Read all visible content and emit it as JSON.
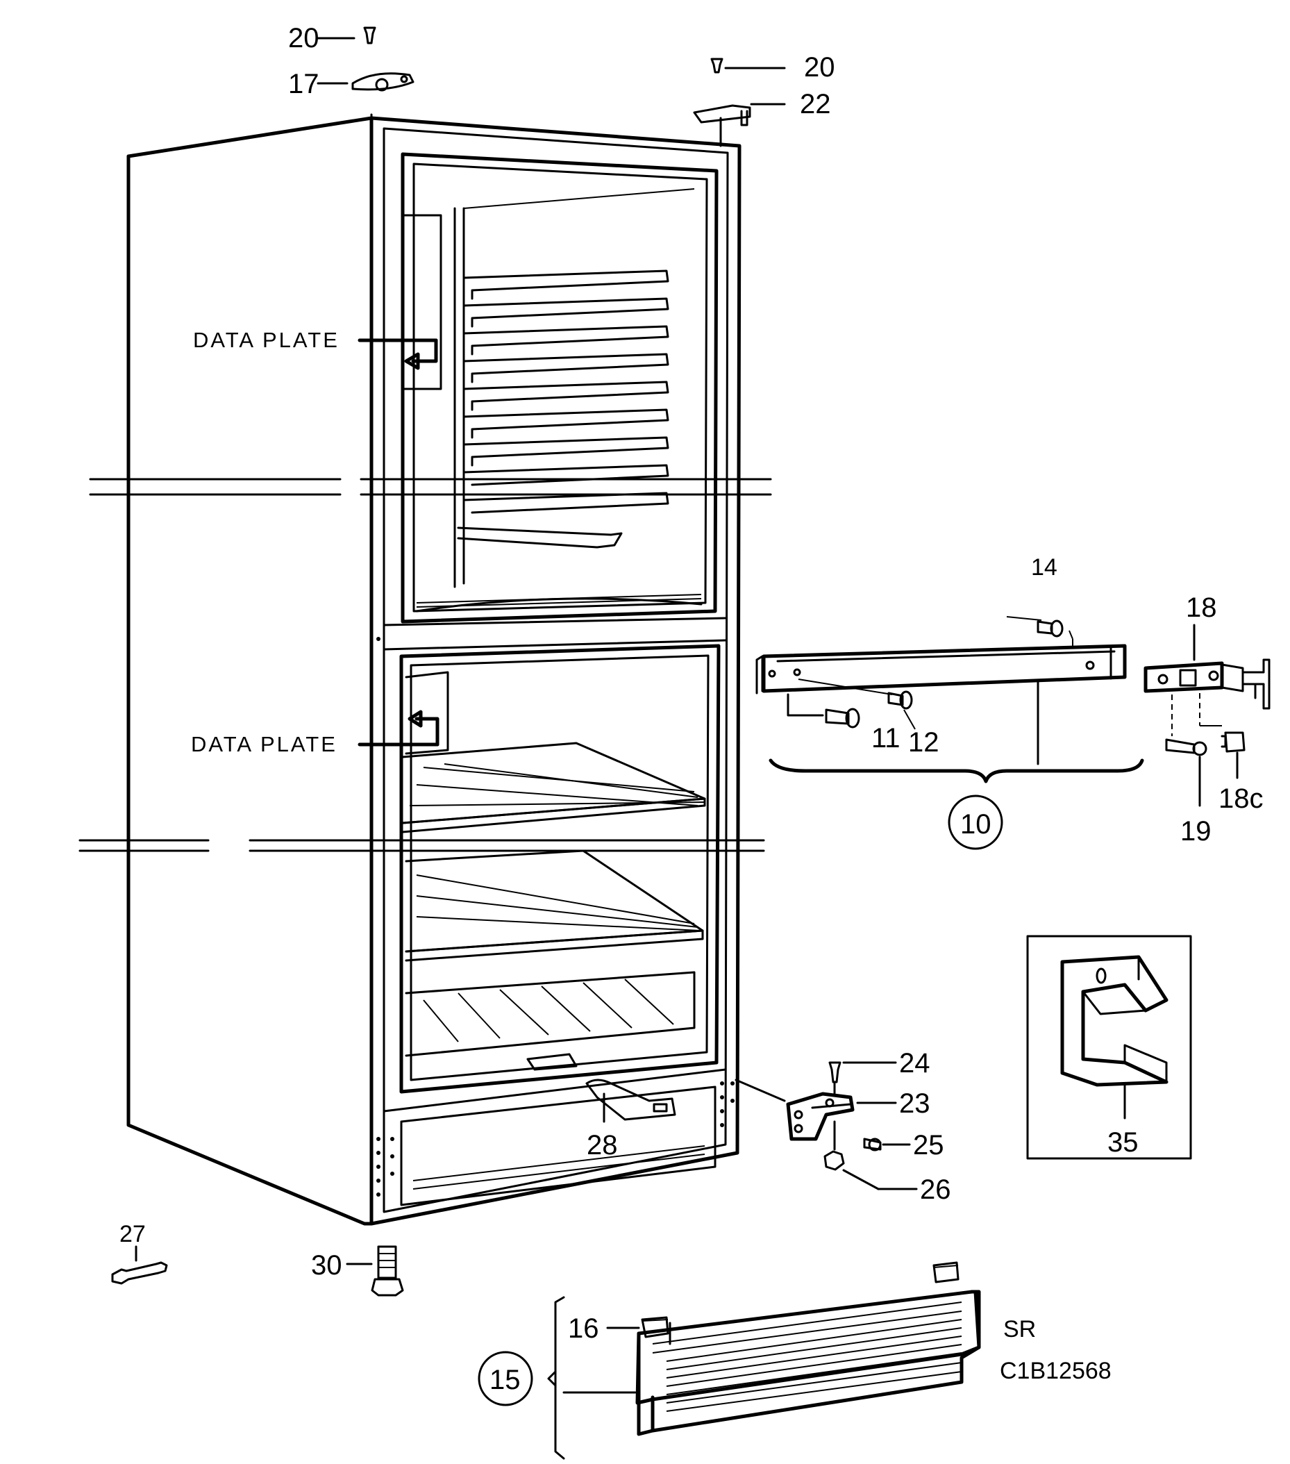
{
  "callouts": {
    "c20a": "20",
    "c17": "17",
    "c20b": "20",
    "c22": "22",
    "c14": "14",
    "c18": "18",
    "c11": "11",
    "c12": "12",
    "c10": "10",
    "c19": "19",
    "c18c": "18c",
    "c35": "35",
    "c24": "24",
    "c23": "23",
    "c25": "25",
    "c26": "26",
    "c28": "28",
    "c27": "27",
    "c30": "30",
    "c16": "16",
    "c15": "15"
  },
  "labels": {
    "data_plate_upper": "DATA PLATE",
    "data_plate_lower": "DATA PLATE",
    "sr": "SR",
    "drawing_code": "C1B12568"
  }
}
